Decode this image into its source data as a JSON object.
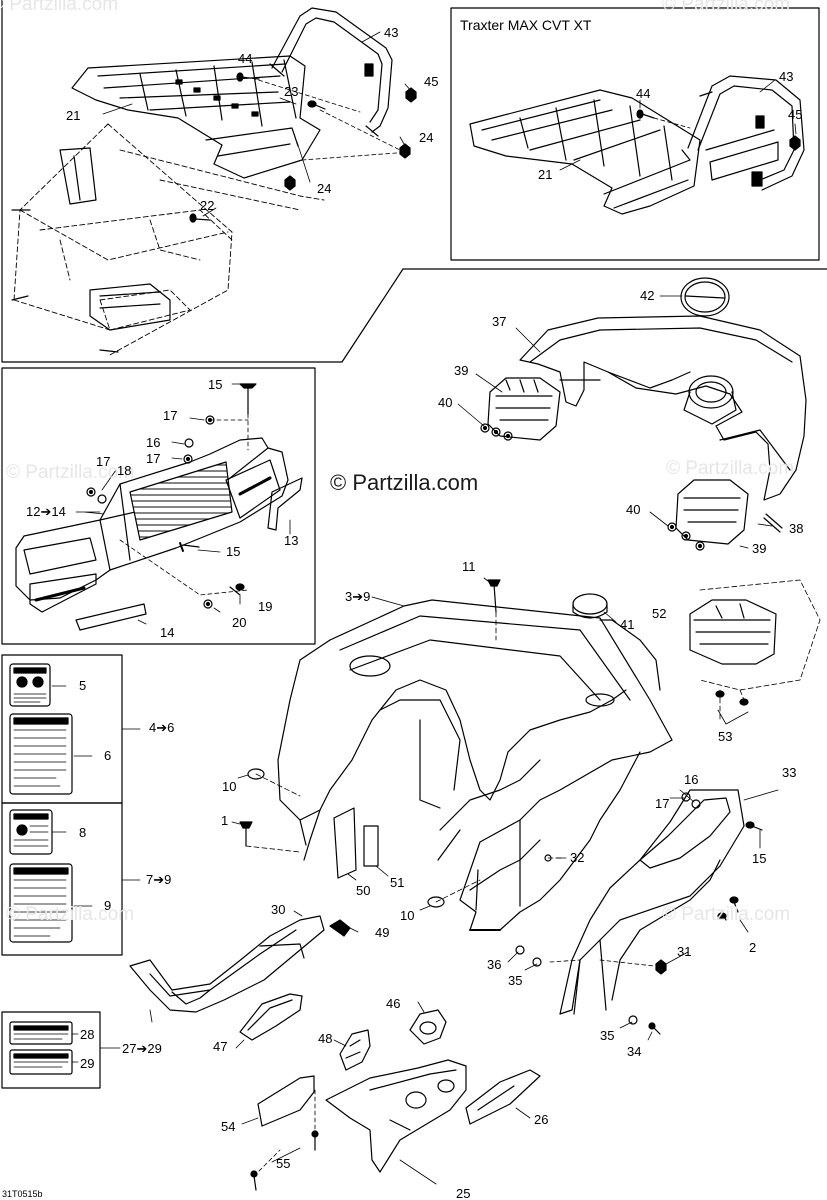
{
  "inset_title": "Traxter MAX CVT XT",
  "credit": "© Partzilla.com",
  "watermark": "© Partzilla.com",
  "footer_code": "31T0515b",
  "callouts": [
    {
      "id": "c1",
      "text": "43"
    },
    {
      "id": "c2",
      "text": "44"
    },
    {
      "id": "c3",
      "text": "45"
    },
    {
      "id": "c4",
      "text": "21"
    },
    {
      "id": "c5",
      "text": "23"
    },
    {
      "id": "c6",
      "text": "24"
    },
    {
      "id": "c7",
      "text": "24"
    },
    {
      "id": "c8",
      "text": "22"
    },
    {
      "id": "c9",
      "text": "43"
    },
    {
      "id": "c10",
      "text": "44"
    },
    {
      "id": "c11",
      "text": "45"
    },
    {
      "id": "c12",
      "text": "21"
    },
    {
      "id": "c13",
      "text": "42"
    },
    {
      "id": "c14",
      "text": "37"
    },
    {
      "id": "c15",
      "text": "39"
    },
    {
      "id": "c16",
      "text": "40"
    },
    {
      "id": "c17",
      "text": "40"
    },
    {
      "id": "c18",
      "text": "38"
    },
    {
      "id": "c19",
      "text": "39"
    },
    {
      "id": "c20",
      "text": "15"
    },
    {
      "id": "c21",
      "text": "17"
    },
    {
      "id": "c22",
      "text": "16"
    },
    {
      "id": "c23",
      "text": "17"
    },
    {
      "id": "c24",
      "text": "17"
    },
    {
      "id": "c25",
      "text": "18"
    },
    {
      "id": "c26",
      "text": "12➔14"
    },
    {
      "id": "c27",
      "text": "15"
    },
    {
      "id": "c28",
      "text": "13"
    },
    {
      "id": "c29",
      "text": "19"
    },
    {
      "id": "c30",
      "text": "20"
    },
    {
      "id": "c31",
      "text": "14"
    },
    {
      "id": "c32",
      "text": "11"
    },
    {
      "id": "c33",
      "text": "3➔9"
    },
    {
      "id": "c34",
      "text": "41"
    },
    {
      "id": "c35",
      "text": "52"
    },
    {
      "id": "c36",
      "text": "53"
    },
    {
      "id": "c37",
      "text": "5"
    },
    {
      "id": "c38",
      "text": "4➔6"
    },
    {
      "id": "c39",
      "text": "6"
    },
    {
      "id": "c40",
      "text": "8"
    },
    {
      "id": "c41",
      "text": "7➔9"
    },
    {
      "id": "c42",
      "text": "9"
    },
    {
      "id": "c43",
      "text": "10"
    },
    {
      "id": "c44",
      "text": "1"
    },
    {
      "id": "c45",
      "text": "50"
    },
    {
      "id": "c46",
      "text": "51"
    },
    {
      "id": "c47",
      "text": "32"
    },
    {
      "id": "c48",
      "text": "10"
    },
    {
      "id": "c49",
      "text": "33"
    },
    {
      "id": "c50",
      "text": "16"
    },
    {
      "id": "c51",
      "text": "17"
    },
    {
      "id": "c52",
      "text": "15"
    },
    {
      "id": "c53",
      "text": "2"
    },
    {
      "id": "c54",
      "text": "31"
    },
    {
      "id": "c55",
      "text": "36"
    },
    {
      "id": "c56",
      "text": "35"
    },
    {
      "id": "c57",
      "text": "30"
    },
    {
      "id": "c58",
      "text": "49"
    },
    {
      "id": "c59",
      "text": "46"
    },
    {
      "id": "c60",
      "text": "48"
    },
    {
      "id": "c61",
      "text": "47"
    },
    {
      "id": "c62",
      "text": "28"
    },
    {
      "id": "c63",
      "text": "29"
    },
    {
      "id": "c64",
      "text": "27➔29"
    },
    {
      "id": "c65",
      "text": "35"
    },
    {
      "id": "c66",
      "text": "34"
    },
    {
      "id": "c67",
      "text": "54"
    },
    {
      "id": "c68",
      "text": "55"
    },
    {
      "id": "c69",
      "text": "26"
    },
    {
      "id": "c70",
      "text": "25"
    }
  ]
}
